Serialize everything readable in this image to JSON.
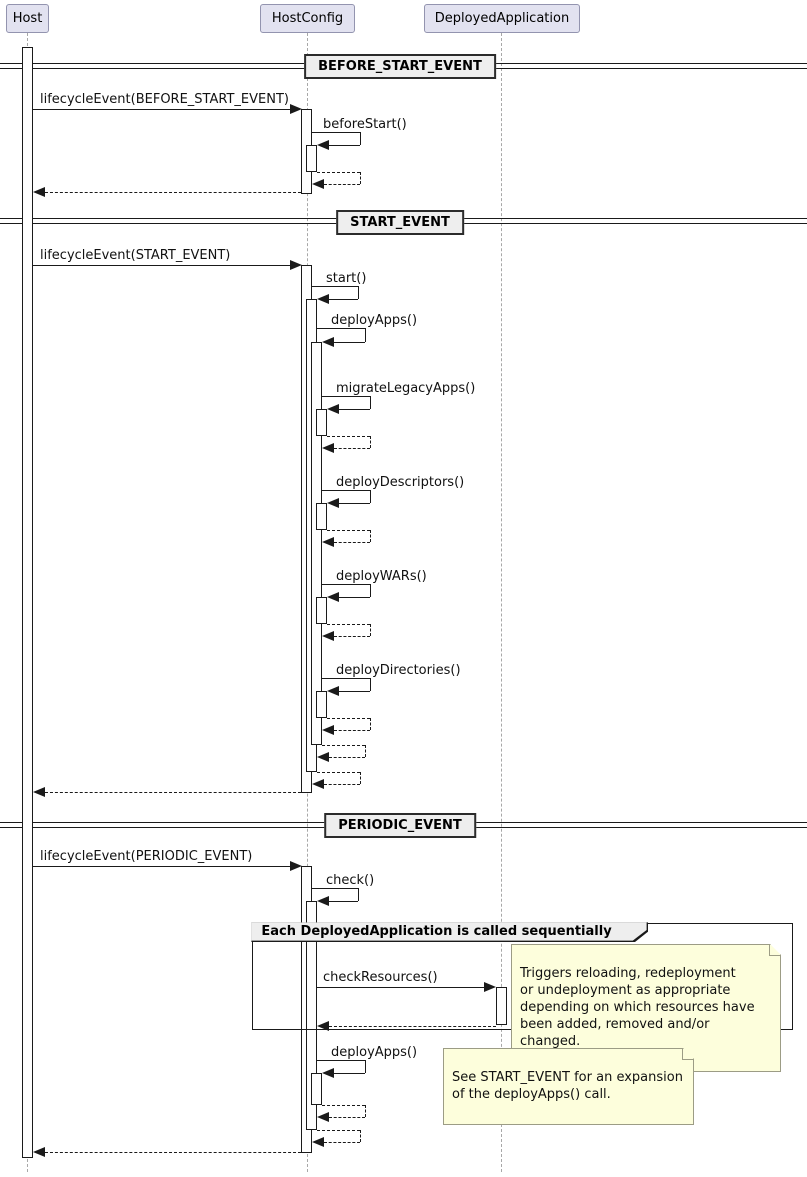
{
  "participants": [
    {
      "name": "Host"
    },
    {
      "name": "HostConfig"
    },
    {
      "name": "DeployedApplication"
    }
  ],
  "dividers": [
    {
      "label": "BEFORE_START_EVENT"
    },
    {
      "label": "START_EVENT"
    },
    {
      "label": "PERIODIC_EVENT"
    }
  ],
  "messages": {
    "lifecycle_before_start": "lifecycleEvent(BEFORE_START_EVENT)",
    "before_start": "beforeStart()",
    "lifecycle_start": "lifecycleEvent(START_EVENT)",
    "start": "start()",
    "deploy_apps": "deployApps()",
    "migrate_legacy_apps": "migrateLegacyApps()",
    "deploy_descriptors": "deployDescriptors()",
    "deploy_wars": "deployWARs()",
    "deploy_directories": "deployDirectories()",
    "lifecycle_periodic": "lifecycleEvent(PERIODIC_EVENT)",
    "check": "check()",
    "check_resources": "checkResources()",
    "deploy_apps_periodic": "deployApps()"
  },
  "group": {
    "label": "Each DeployedApplication is called sequentially"
  },
  "notes": {
    "check_resources_note": "Triggers reloading, redeployment\nor undeployment as appropriate\ndepending on which resources have\nbeen added, removed and/or changed.",
    "deploy_apps_note": "See START_EVENT for an expansion\nof the deployApps() call."
  },
  "colors": {
    "participant_fill": "#E2E2F0",
    "participant_border": "#9394AF",
    "note_fill": "#FDFEDC",
    "note_border": "#9C9C85",
    "divider_fill": "#EEEEEE",
    "frame_header_fill": "#EEEEEE",
    "line": "#1A1A1A",
    "lifeline": "#A8A8A8"
  }
}
